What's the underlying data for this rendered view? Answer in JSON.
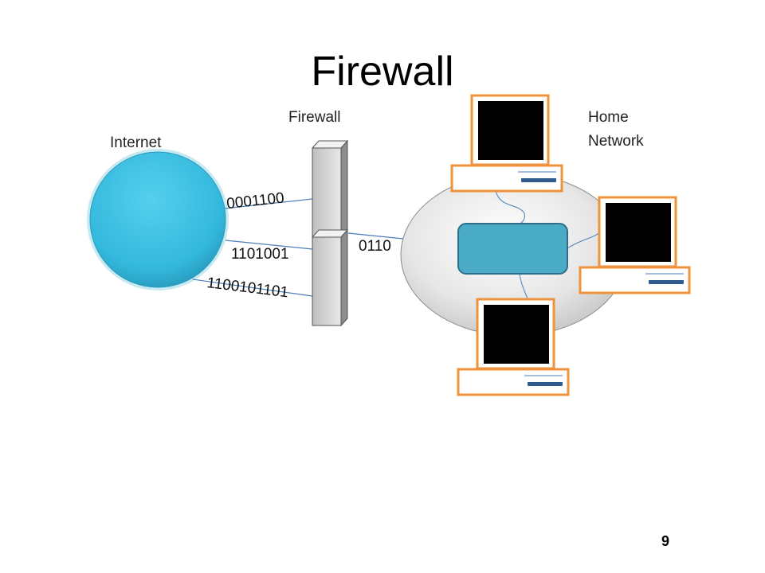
{
  "slide": {
    "title": "Firewall",
    "page_number": "9"
  },
  "labels": {
    "internet": "Internet",
    "firewall": "Firewall",
    "home_network_line1": "Home",
    "home_network_line2": "Network"
  },
  "packets": {
    "top": "0001100",
    "middle": "1101001",
    "bottom": "1100101101",
    "passed": "0110"
  },
  "colors": {
    "internet": "#3bbfe0",
    "router": "#4aabc6",
    "computer_border": "#f0913c",
    "screen": "#000000",
    "wire": "#4a7ebb",
    "network_disk": "#d9d9d9",
    "firewall": "#d4d4d4"
  }
}
